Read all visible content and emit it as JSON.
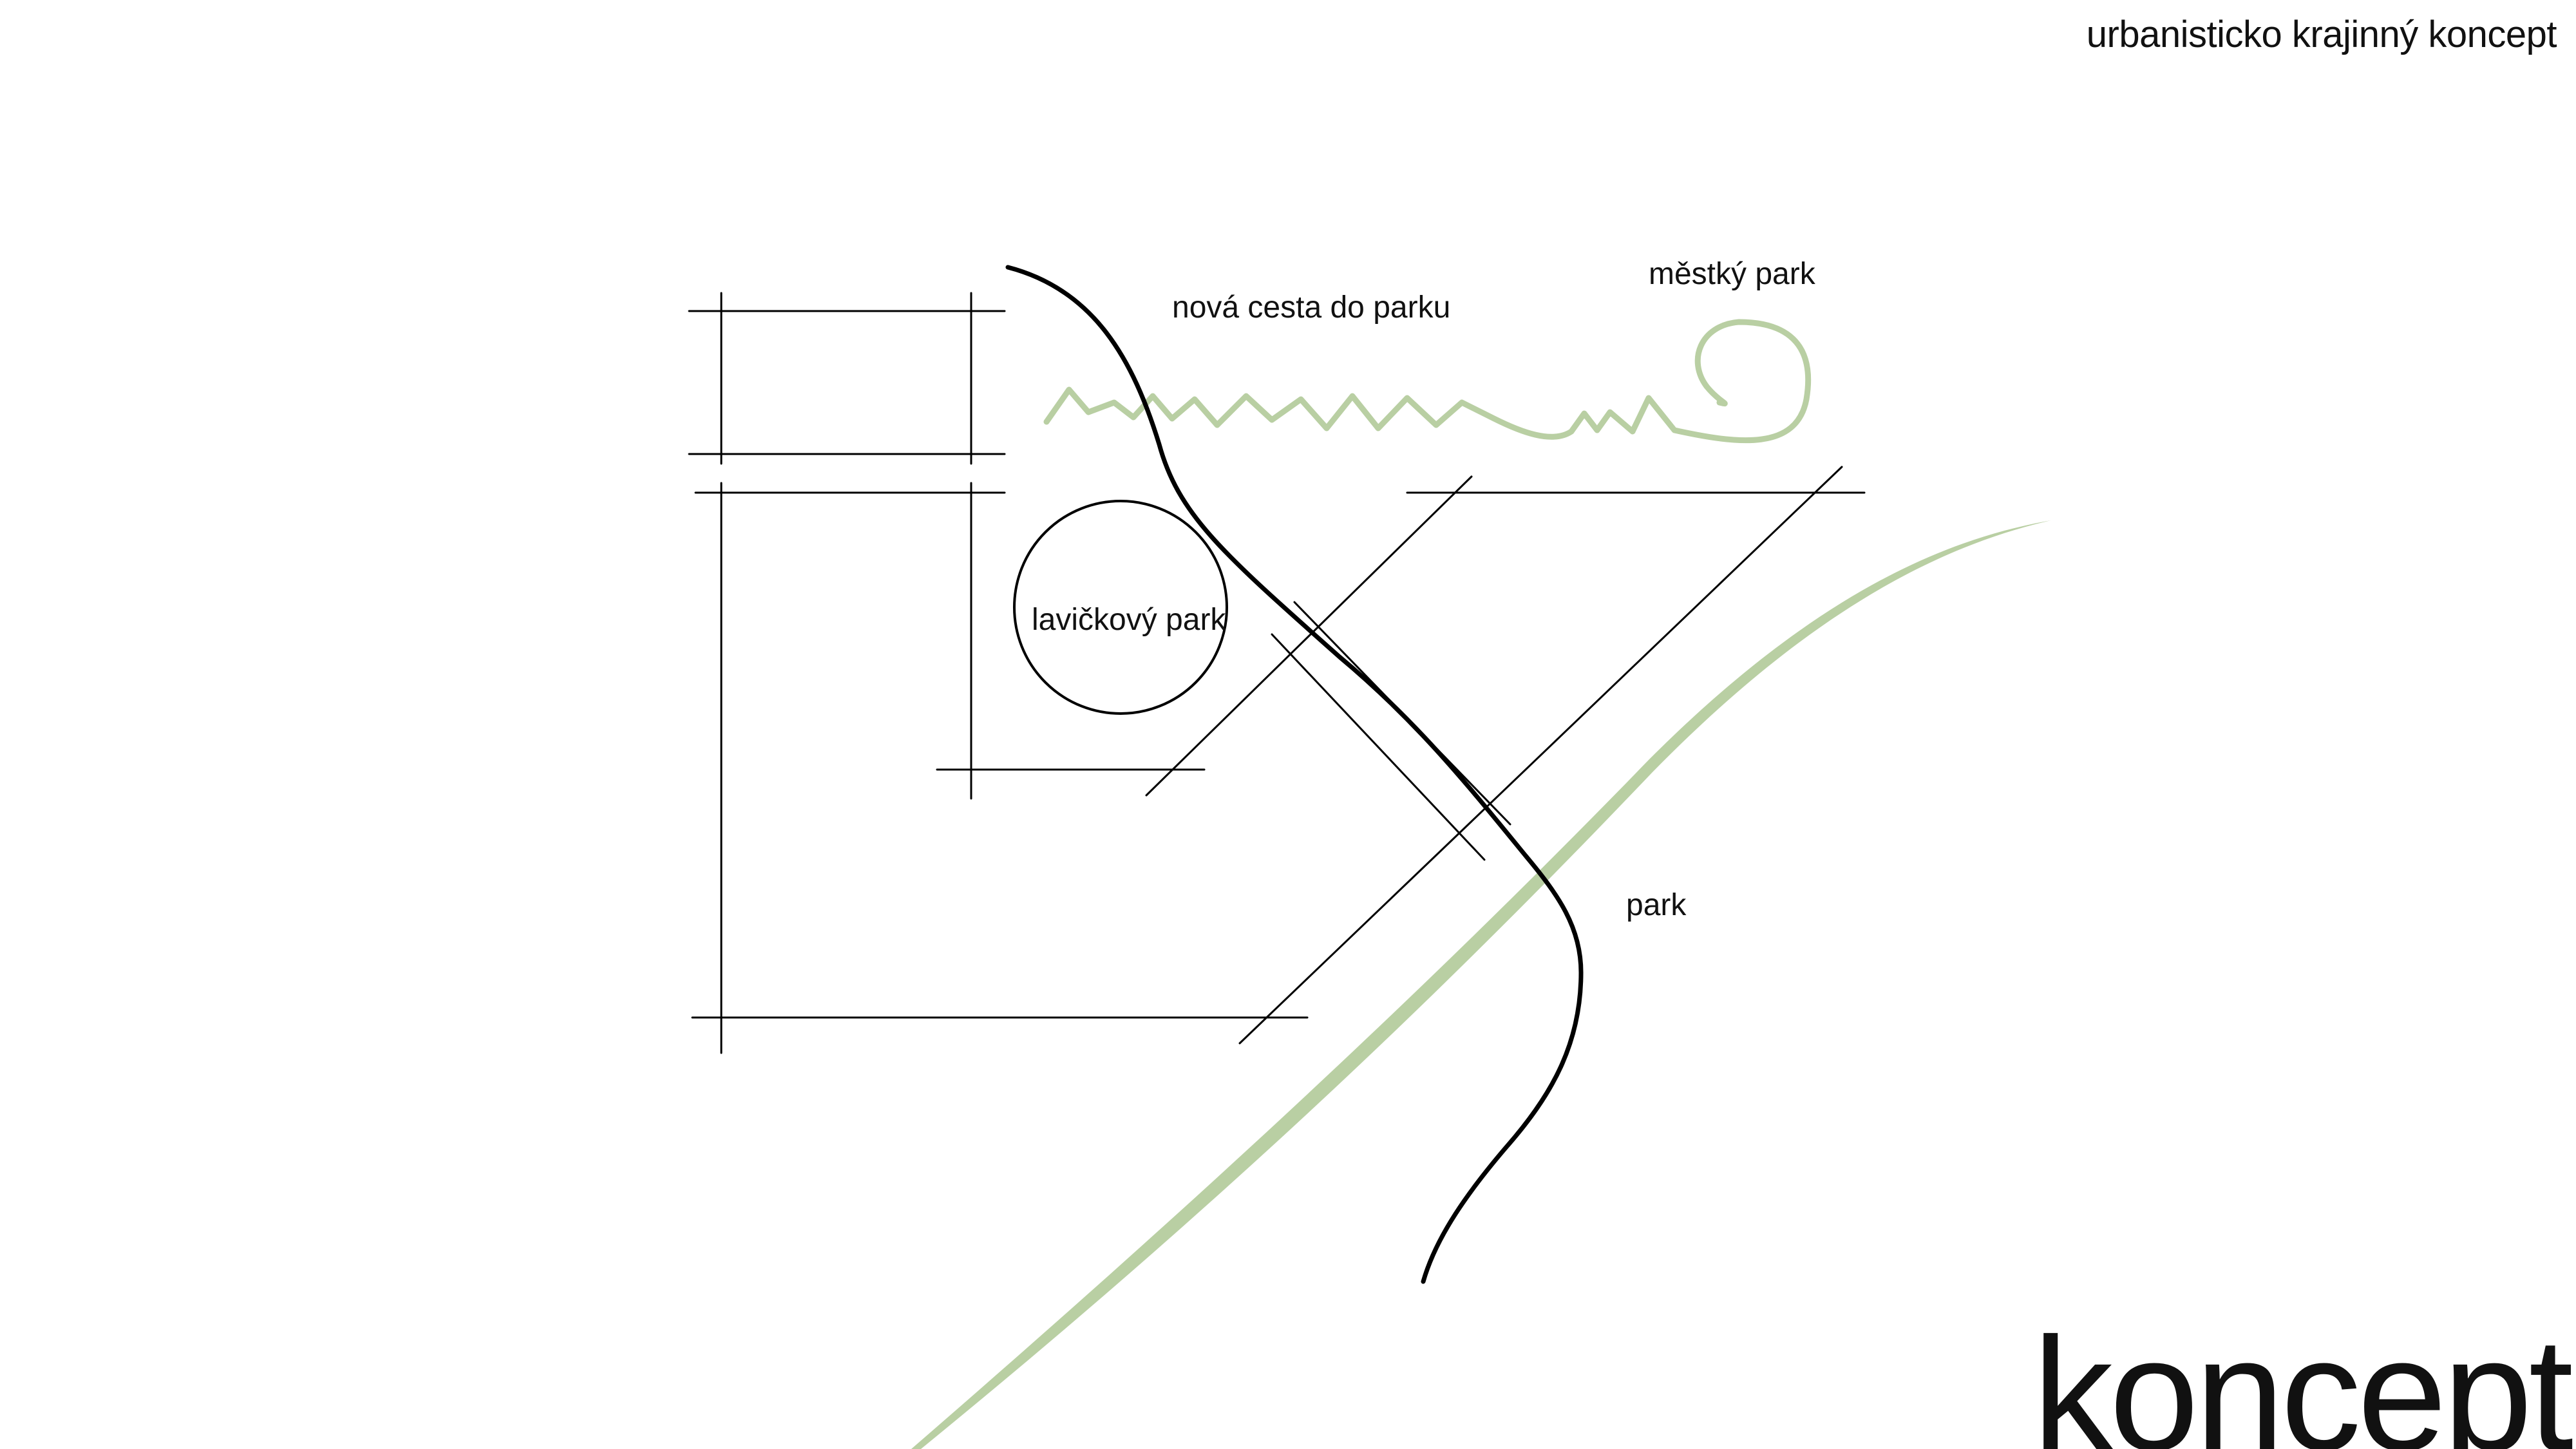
{
  "header": {
    "subtitle": "urbanisticko krajinný koncept"
  },
  "footer": {
    "title": "koncept"
  },
  "labels": {
    "new_path": "nová cesta do parku",
    "city_park": "městký park",
    "bench_park": "lavičkový park",
    "park": "park"
  },
  "colors": {
    "green": "#b9cfa3",
    "ink": "#000000"
  }
}
